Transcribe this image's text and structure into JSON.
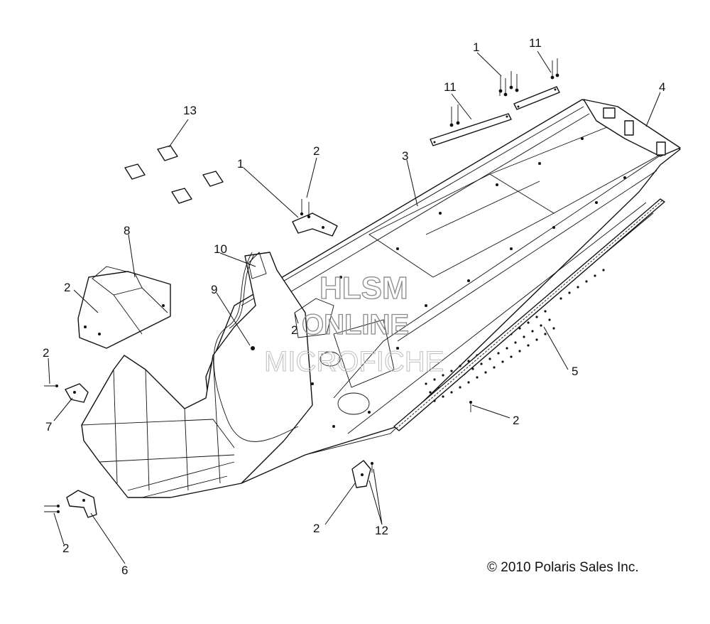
{
  "callouts": {
    "c1a": "1",
    "c11a": "11",
    "c11b": "11",
    "c4": "4",
    "c13": "13",
    "c2a": "2",
    "c1b": "1",
    "c3": "3",
    "c8": "8",
    "c10": "10",
    "c2b": "2",
    "c9": "9",
    "c2c": "2",
    "c2d": "2",
    "c5": "5",
    "c7": "7",
    "c2e": "2",
    "c2f": "2",
    "c12": "12",
    "c2g": "2",
    "c6": "6"
  },
  "watermark": {
    "line1": "HLSM",
    "line2": "ONLINE",
    "line3": "MICROFICHE"
  },
  "copyright": "© 2010 Polaris Sales Inc."
}
